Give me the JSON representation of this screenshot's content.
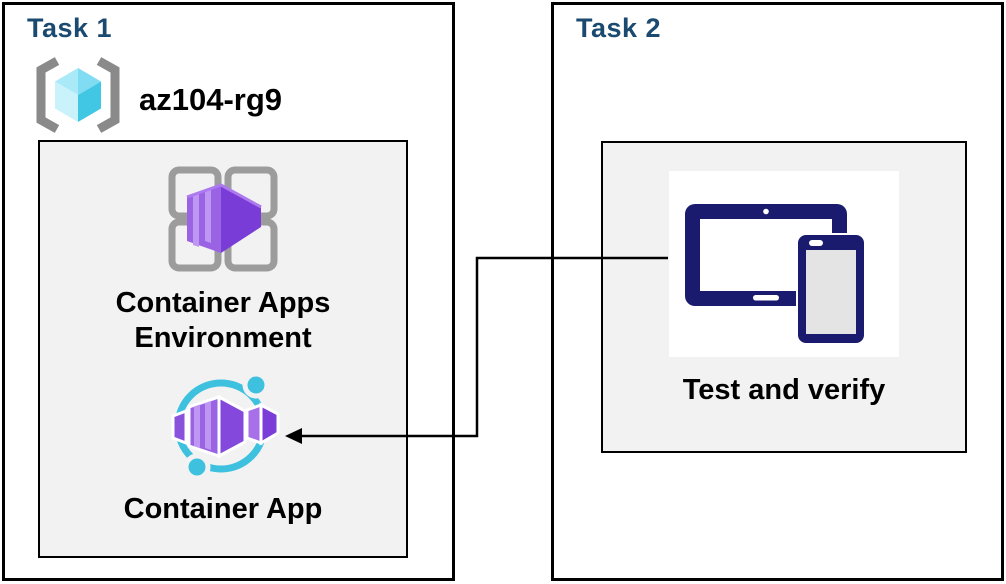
{
  "task1": {
    "title": "Task 1",
    "resource_group_name": "az104-rg9",
    "environment_label": "Container Apps Environment",
    "app_label": "Container App"
  },
  "task2": {
    "title": "Task 2",
    "verify_label": "Test and verify"
  },
  "icons": {
    "resource_group": "azure-resource-group-icon",
    "environment": "container-apps-environment-icon",
    "app": "container-app-icon",
    "devices": "test-devices-icon",
    "arrow": "elbow-arrow-task2-to-container-app"
  },
  "colors": {
    "title_text": "#1B4A70",
    "box_border": "#000000",
    "inner_box_fill": "#F2F2F2",
    "accent_cyan": "#3EC1DE",
    "accent_purple_light": "#9A63E4",
    "accent_purple_dark": "#7A3CD6",
    "device_navy": "#1A1A6E"
  }
}
